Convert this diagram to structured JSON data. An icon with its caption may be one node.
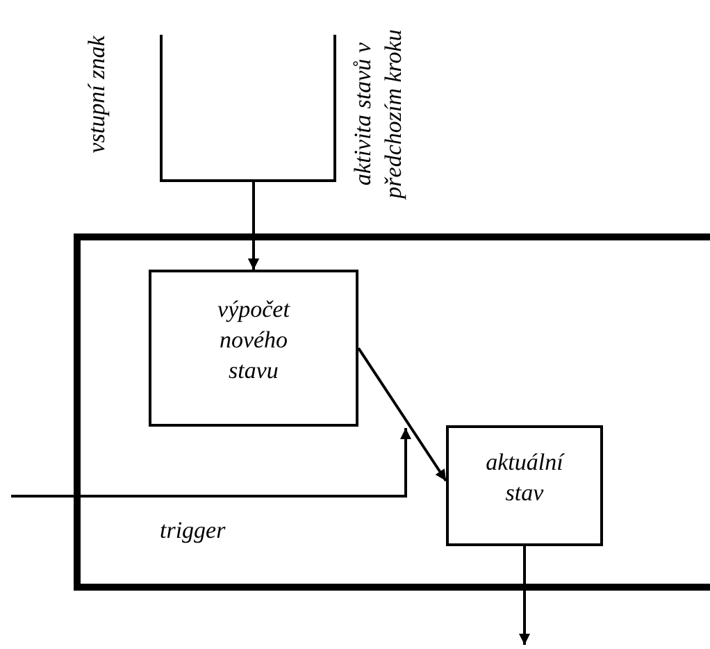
{
  "diagram": {
    "nodes": [
      {
        "text": [
          "vstupní znak"
        ]
      },
      {
        "text": [
          "aktivita stavů v předchozím kroku"
        ]
      },
      {
        "text": [],
        "shape": "box"
      },
      {
        "text": [
          "výpočet nového stavu"
        ],
        "in": 2
      },
      {
        "text": [
          "aktuální stav"
        ],
        "in": 2
      }
    ],
    "edges": [
      {
        "from": 0,
        "to": 3,
        "arrow": "to"
      },
      {
        "from": 1,
        "to": 3,
        "arrow": "to"
      },
      {
        "from": 3,
        "to": 4,
        "arrow": "to"
      },
      {
        "from": null,
        "to": 3,
        "arrow": "to",
        "label": "trigger"
      },
      {
        "from": 4,
        "to": null,
        "arrow": "to"
      }
    ]
  }
}
